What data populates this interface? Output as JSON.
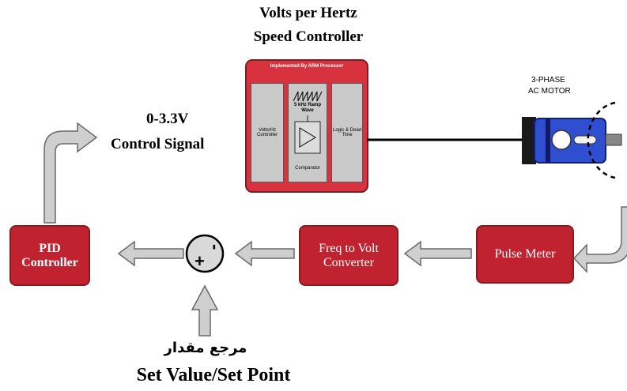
{
  "title": {
    "line1": "Volts per Hertz",
    "line2": "Speed Controller"
  },
  "controller": {
    "header": "Implemented By ARM Processor",
    "vhz": "Volts/Hz Controller",
    "ramp": "5 kHz Ramp Wave",
    "comparator": "Comparator",
    "logic": "Logic & Dead Time"
  },
  "motor": {
    "line1": "3-PHASE",
    "line2": "AC MOTOR"
  },
  "control_signal": {
    "line1": "0-3.3V",
    "line2": "Control Signal"
  },
  "blocks": {
    "pid": {
      "line1": "PID",
      "line2": "Controller"
    },
    "f2v": {
      "line1": "Freq to Volt",
      "line2": "Converter"
    },
    "pulse": "Pulse Meter"
  },
  "summing": {
    "plus": "+",
    "minus": "-"
  },
  "setpoint": {
    "arabic": "مرجع مقدار",
    "english": "Set Value/Set Point"
  },
  "colors": {
    "block_red": "#c0222f",
    "arrow_gray": "#cfcfcf",
    "motor_blue": "#2f4fd0"
  }
}
